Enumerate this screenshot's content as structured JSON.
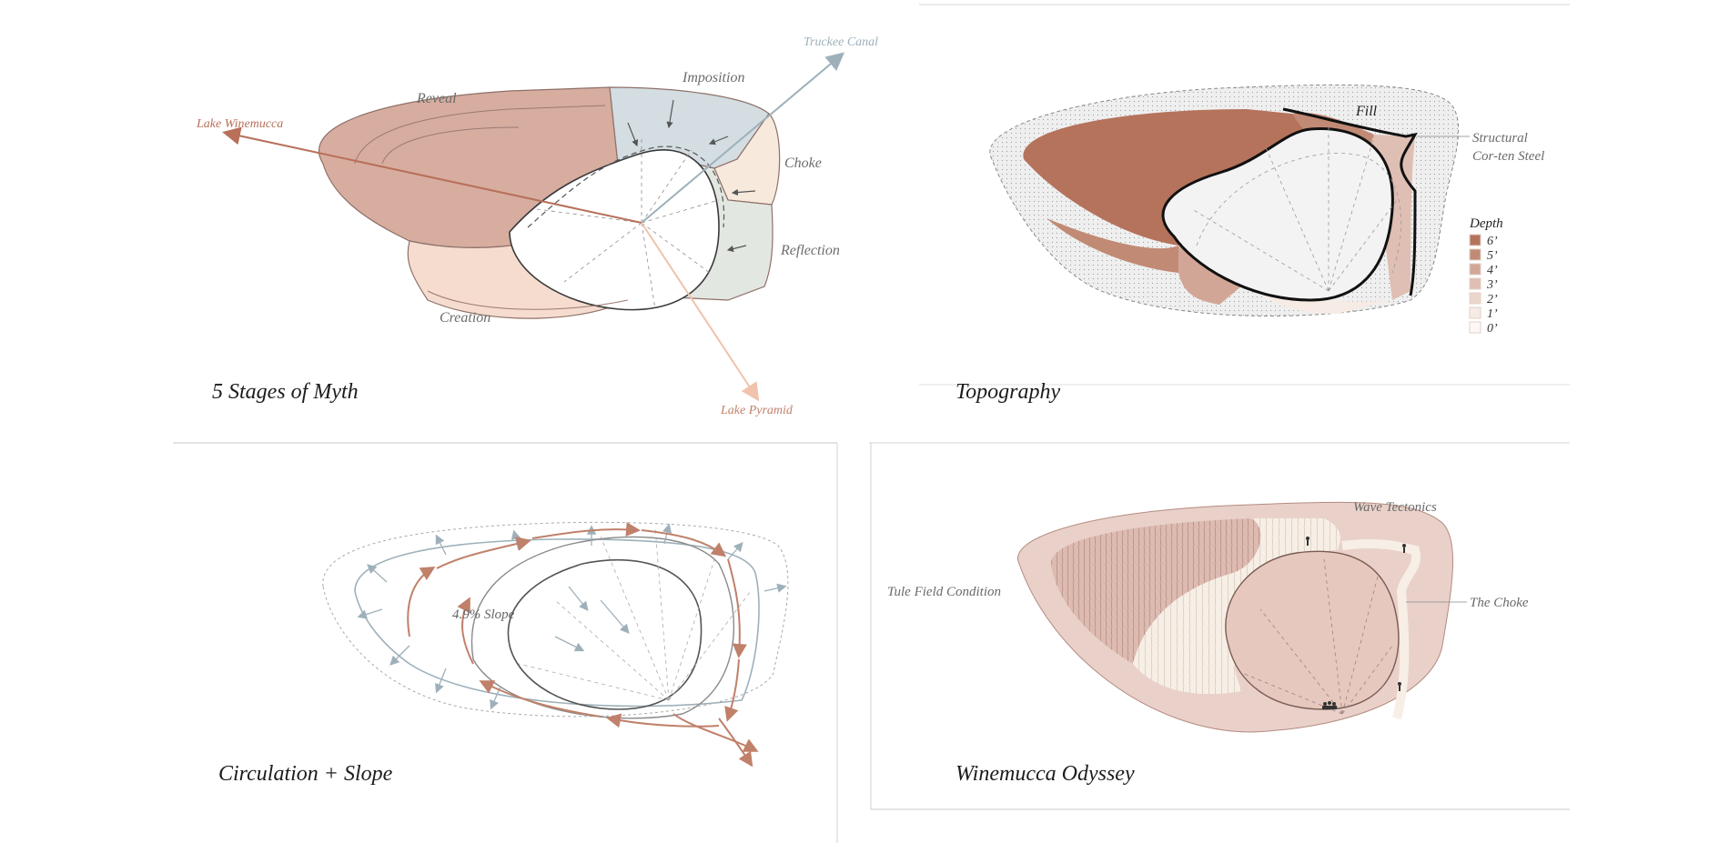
{
  "panels": {
    "myth": {
      "title": "5 Stages of Myth",
      "labels": {
        "reveal": "Reveal",
        "imposition": "Imposition",
        "choke": "Choke",
        "reflection": "Reflection",
        "creation": "Creation",
        "truckee": "Truckee Canal",
        "winemucca": "Lake Winemucca",
        "pyramid": "Lake Pyramid"
      }
    },
    "topography": {
      "title": "Topography",
      "labels": {
        "fill": "Fill",
        "steel_line1": "Structural",
        "steel_line2": "Cor-ten Steel"
      },
      "legend": {
        "title": "Depth",
        "items": [
          "6’",
          "5’",
          "4’",
          "3’",
          "2’",
          "1’",
          "0’"
        ],
        "colors": [
          "#b5735c",
          "#c18a74",
          "#d2a697",
          "#dfbfb3",
          "#ecd6cc",
          "#f6ebe5",
          "#fdf8f5"
        ]
      }
    },
    "circulation": {
      "title": "Circulation + Slope",
      "labels": {
        "slope": "4.9% Slope"
      }
    },
    "odyssey": {
      "title": "Winemucca Odyssey",
      "labels": {
        "wave": "Wave Tectonics",
        "tule": "Tule Field Condition",
        "choke": "The Choke"
      }
    }
  },
  "colors": {
    "terracotta": "#b87a66",
    "blue_grey": "#9eb0ba",
    "peach": "#f1c2ac",
    "dark": "#3a3a3a"
  }
}
